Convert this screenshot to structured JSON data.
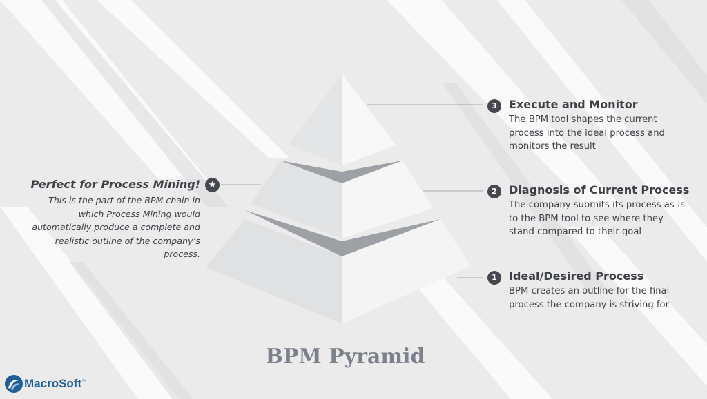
{
  "title": "BPM Pyramid",
  "steps": [
    {
      "num": "3",
      "title": "Execute and Monitor",
      "desc": "The BPM tool shapes the current process into the ideal process and monitors the result"
    },
    {
      "num": "2",
      "title": "Diagnosis of Current Process",
      "desc": "The company submits its process as-is to the BPM tool to see where they stand compared to their goal"
    },
    {
      "num": "1",
      "title": "Ideal/Desired Process",
      "desc": "BPM creates an outline for the final process the company is striving for"
    }
  ],
  "note": {
    "title": "Perfect for Process Mining!",
    "desc": "This is the part of the BPM chain in which Process Mining would automatically produce a complete and realistic outline of the company’s process.",
    "icon": "star-icon",
    "glyph": "★"
  },
  "logo": {
    "name": "MacroSoft",
    "tm": "™"
  },
  "colors": {
    "text": "#3d4147",
    "badge": "#45494f",
    "title": "#7b808a",
    "logo": "#1f5f96",
    "pyramid_band": "#9da0a5"
  }
}
